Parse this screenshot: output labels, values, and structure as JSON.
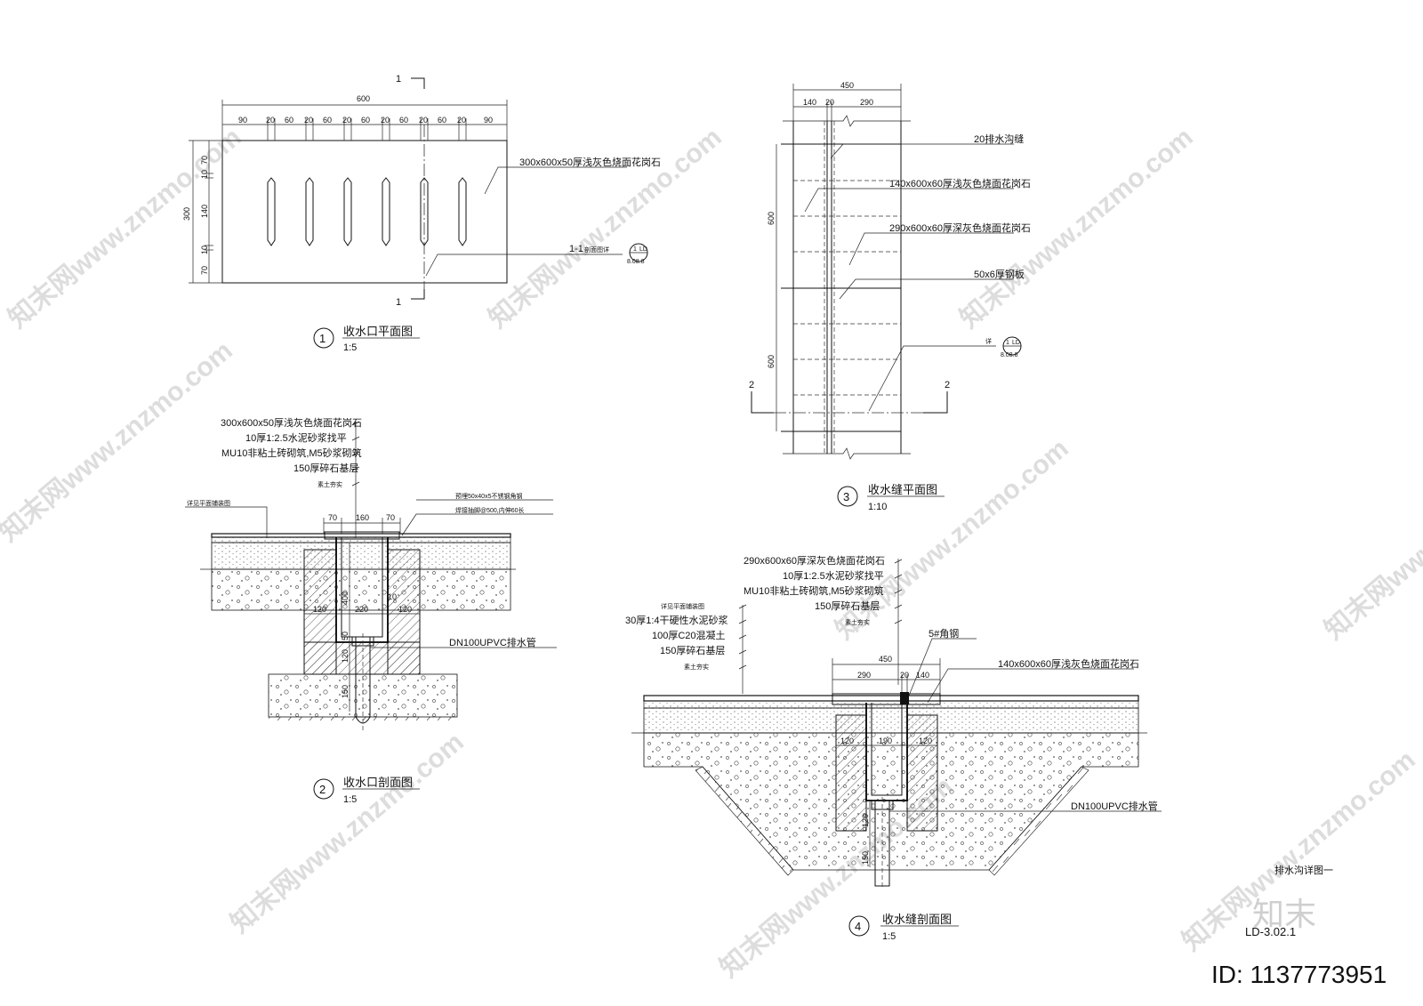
{
  "sheet_title": "排水沟详图一",
  "drawing_no": "LD-3.02.1",
  "watermark": {
    "brand": "知末",
    "site_text": "知末网www.znzmo.com",
    "id_text": "ID: 1137773951"
  },
  "view1": {
    "number": "1",
    "title": "收水口平面图",
    "scale": "1:5",
    "dim_total": "600",
    "dims_top": [
      "90",
      "20",
      "60",
      "20",
      "60",
      "20",
      "60",
      "20",
      "60",
      "20",
      "60",
      "20",
      "90"
    ],
    "dim_height": "300",
    "dims_side": [
      "70",
      "10",
      "140",
      "10",
      "70"
    ],
    "label_stone": "300x600x50厚浅灰色烧面花岗石",
    "section_label": "1-1",
    "section_note": "剖面图详",
    "section_mark": "1",
    "ref_top": "1",
    "ref_bottom": "LD",
    "ref_sheet": "8.08.8"
  },
  "view2": {
    "number": "2",
    "title": "收水口剖面图",
    "scale": "1:5",
    "layers": [
      "300x600x50厚浅灰色烧面花岗石",
      "10厚1:2.5水泥砂浆找平",
      "MU10非粘土砖砌筑,M5砂浆砌筑",
      "150厚碎石基层",
      "素土夯实"
    ],
    "left_note": "详见平面铺装图",
    "angle_note_1": "预埋50x40x5不锈钢角钢",
    "angle_note_2": "焊接抽脚@500,内伸60长",
    "dims_top": [
      "70",
      "160",
      "70"
    ],
    "dims_mid": [
      "120",
      "220",
      "120"
    ],
    "dim_10": "10",
    "dim_vertical": [
      "400",
      "120",
      "50",
      "150"
    ],
    "pipe_label": "DN100UPVC排水管"
  },
  "view3": {
    "number": "3",
    "title": "收水缝平面图",
    "scale": "1:10",
    "dim_total": "450",
    "dims_top": [
      "140",
      "20",
      "290"
    ],
    "dims_side": [
      "600",
      "600"
    ],
    "labels": [
      "20排水沟缝",
      "140x600x60厚浅灰色烧面花岗石",
      "290x600x60厚深灰色烧面花岗石",
      "50x6厚钢板"
    ],
    "ref_note": "详",
    "section_mark": "2",
    "ref_top": "1",
    "ref_bottom": "LD",
    "ref_sheet": "8.08.8"
  },
  "view4": {
    "number": "4",
    "title": "收水缝剖面图",
    "scale": "1:5",
    "layers_right": [
      "290x600x60厚深灰色烧面花岗石",
      "10厚1:2.5水泥砂浆找平",
      "MU10非粘土砖砌筑,M5砂浆砌筑",
      "150厚碎石基层",
      "素土夯实"
    ],
    "layers_left": [
      "详见平面铺装图",
      "30厚1:4干硬性水泥砂浆",
      "100厚C20混凝土",
      "150厚碎石基层",
      "素土夯实"
    ],
    "angle_label": "5#角钢",
    "stone_label": "140x600x60厚浅灰色烧面花岗石",
    "dim_total": "450",
    "dims_top": [
      "290",
      "20",
      "140"
    ],
    "dims_mid": [
      "120",
      "190",
      "120"
    ],
    "dim_vertical": [
      "120",
      "150"
    ],
    "pipe_label": "DN100UPVC排水管"
  }
}
